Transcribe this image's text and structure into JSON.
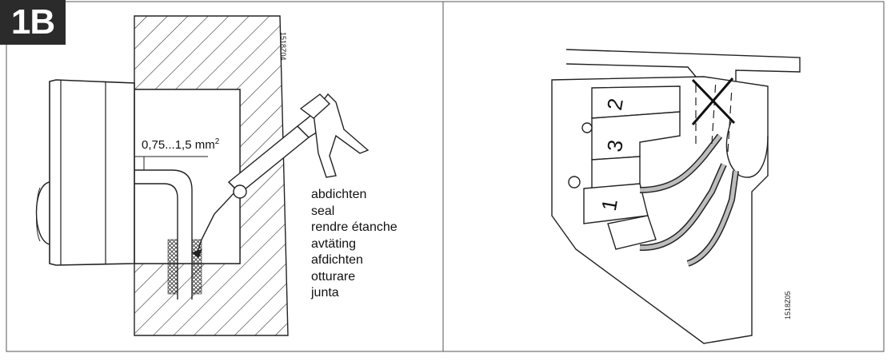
{
  "badge": "1B",
  "left_panel": {
    "figure_code": "1518Z04",
    "wire_size": "0,75...1,5 mm",
    "wire_size_exp": "2",
    "terms": [
      "abdichten",
      "seal",
      "rendre étanche",
      "avtäting",
      "afdichten",
      "otturare",
      "junta"
    ]
  },
  "right_panel": {
    "figure_code": "1518Z05",
    "terminals": [
      "2",
      "3",
      "1"
    ]
  }
}
